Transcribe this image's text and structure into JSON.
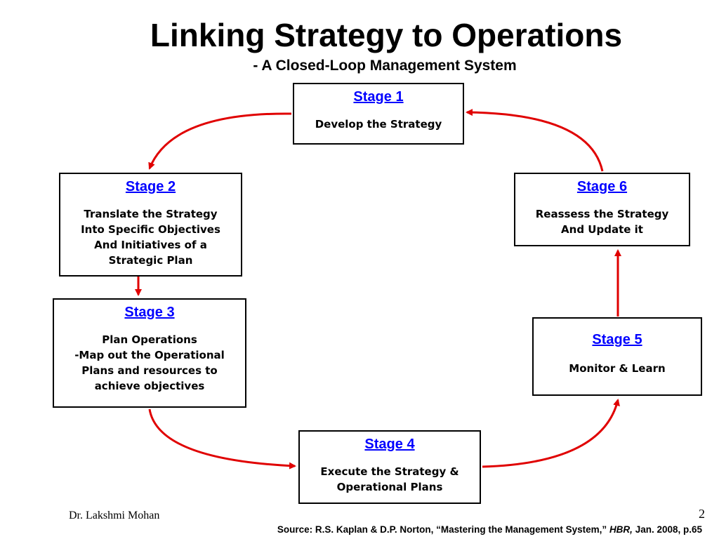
{
  "title": "Linking Strategy to Operations",
  "subtitle": "- A Closed-Loop Management System",
  "stages": [
    {
      "title": "Stage 1",
      "description": "Develop the Strategy"
    },
    {
      "title": "Stage 2",
      "description": "Translate the Strategy\nInto Specific Objectives\nAnd Initiatives of a\nStrategic Plan"
    },
    {
      "title": "Stage 3",
      "description": "Plan Operations\n-Map out the Operational\nPlans and resources to\nachieve objectives"
    },
    {
      "title": "Stage 4",
      "description": "Execute the Strategy &\nOperational Plans"
    },
    {
      "title": "Stage 5",
      "description": "Monitor & Learn"
    },
    {
      "title": "Stage 6",
      "description": "Reassess the Strategy\nAnd Update it"
    }
  ],
  "footer": {
    "author": "Dr. Lakshmi Mohan",
    "page_number": "2",
    "source_prefix": "Source: R.S. Kaplan & D.P. Norton, “Mastering the Management System,” ",
    "source_journal": "HBR,",
    "source_suffix": " Jan. 2008, p.65"
  },
  "colors": {
    "arrow": "#e00000",
    "stage_title": "#0000ff",
    "box_border": "#000000"
  }
}
